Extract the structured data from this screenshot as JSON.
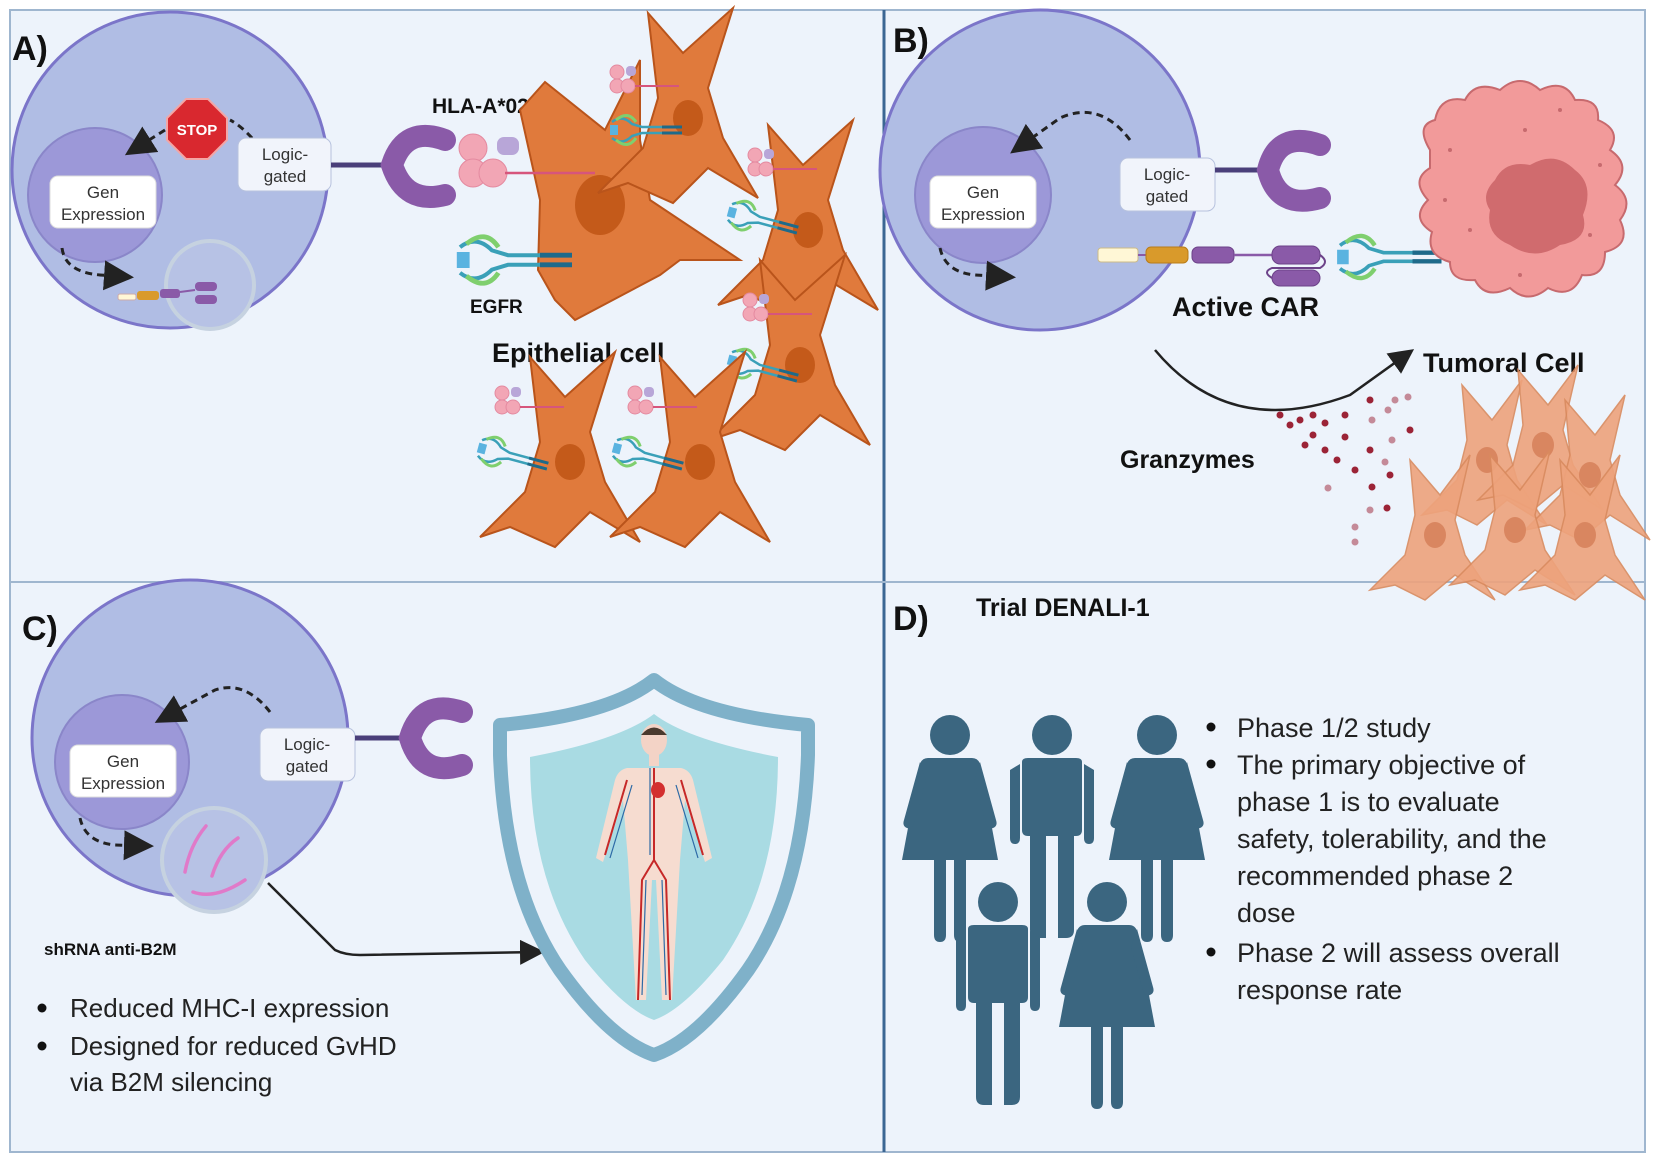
{
  "colors": {
    "background": "#edf3fb",
    "panel_border": "#9fb6cf",
    "divider": "#3b6693",
    "cell_fill": "#b0bde4",
    "cell_stroke": "#7b75c9",
    "nucleus_fill": "#9c98d8",
    "receptor_purple": "#8a5aa8",
    "epithelial_fill": "#e07a3c",
    "epithelial_nucleus": "#c45a1a",
    "tumor_fill": "#f29a9a",
    "tumor_nucleus": "#d06b6e",
    "tumor_cluster": "#eea37c",
    "granzyme": "#9b2336",
    "shield_outer": "#7fb1c9",
    "shield_inner": "#a9dbe3",
    "people": "#3b6680",
    "stop_red": "#d9282f",
    "text": "#1a1a1a"
  },
  "panels": {
    "a": {
      "label": "A)",
      "stop_sign": "STOP",
      "nucleus_label": [
        "Gen",
        "Expression"
      ],
      "gate_label": [
        "Logic-",
        "gated"
      ],
      "hla_label": "HLA-A*02",
      "egfr_label": "EGFR",
      "cell_label": "Epithelial cell"
    },
    "b": {
      "label": "B)",
      "nucleus_label": [
        "Gen",
        "Expression"
      ],
      "gate_label": [
        "Logic-",
        "gated"
      ],
      "car_label": "Active CAR",
      "tumor_label": "Tumoral Cell",
      "granzymes_label": "Granzymes"
    },
    "c": {
      "label": "C)",
      "nucleus_label": [
        "Gen",
        "Expression"
      ],
      "gate_label": [
        "Logic-",
        "gated"
      ],
      "shrna_label": "shRNA anti-B2M",
      "bullets": [
        "Reduced MHC-I expression",
        "Designed for reduced GvHD",
        "via B2M silencing"
      ]
    },
    "d": {
      "label": "D)",
      "title": "Trial DENALI-1",
      "bullets": [
        [
          "Phase 1/2 study"
        ],
        [
          "The primary objective of",
          "phase 1 is to evaluate",
          "safety, tolerability, and the",
          "recommended phase 2",
          "dose"
        ],
        [
          "Phase 2 will assess overall",
          "response rate"
        ]
      ]
    }
  }
}
